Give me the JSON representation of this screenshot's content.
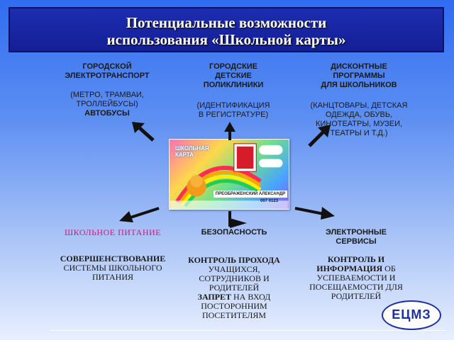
{
  "title": {
    "line1": "Потенциальные возможности",
    "line2": "использования «Школьной карты»"
  },
  "blocks": {
    "transport": {
      "heading": [
        "ГОРОДСКОЙ",
        "ЭЛЕКТРОТРАНСПОРТ"
      ],
      "desc": [
        "(МЕТРО, ТРАМВАИ,",
        "ТРОЛЛЕЙБУСЫ)"
      ],
      "desc_bold": "АВТОБУСЫ"
    },
    "clinics": {
      "heading": [
        "ГОРОДСКИЕ",
        "ДЕТСКИЕ",
        "ПОЛИКЛИНИКИ"
      ],
      "desc": [
        "(ИДЕНТИФИКАЦИЯ",
        "В РЕГИСТРАТУРЕ)"
      ]
    },
    "discount": {
      "heading": [
        "ДИСКОНТНЫЕ",
        "ПРОГРАММЫ",
        "ДЛЯ ШКОЛЬНИКОВ"
      ],
      "desc": [
        "(КАНЦТОВАРЫ, ДЕТСКАЯ",
        "ОДЕЖДА, ОБУВЬ,",
        "КИНОТЕАТРЫ, МУЗЕИ,",
        "ТЕАТРЫ  И Т.Д.)"
      ]
    },
    "food": {
      "heading": "ШКОЛЬНОЕ ПИТАНИЕ",
      "desc_bold": "СОВЕРШЕНСТВОВАНИЕ",
      "desc": [
        "СИСТЕМЫ ШКОЛЬНОГО",
        "ПИТАНИЯ"
      ]
    },
    "security": {
      "heading": "БЕЗОПАСНОСТЬ",
      "desc_bold1": "КОНТРОЛЬ ПРОХОДА",
      "desc1": [
        "УЧАЩИХСЯ,",
        "СОТРУДНИКОВ И",
        "РОДИТЕЛЕЙ"
      ],
      "desc_bold2": "ЗАПРЕТ",
      "desc2_tail": " НА ВХОД",
      "desc3": [
        "ПОСТОРОННИМ",
        "ПОСЕТИТЕЛЯМ"
      ]
    },
    "services": {
      "heading": [
        "ЭЛЕКТРОННЫЕ",
        "СЕРВИСЫ"
      ],
      "desc_bold1": "КОНТРОЛЬ И",
      "desc_bold2": "ИНФОРМАЦИЯ",
      "desc2_tail": " ОБ",
      "desc": [
        "УСПЕВАЕМОСТИ  И",
        "ПОСЕЩАЕМОСТИ ДЛЯ",
        "РОДИТЕЛЕЙ"
      ]
    }
  },
  "card": {
    "label": [
      "ШКОЛЬНАЯ",
      "КАРТА"
    ],
    "holder": "ПРЕОБРАЖЕНСКИЙ АЛЕКСАНДР",
    "number": "007 0123"
  },
  "logo": {
    "main": "ЕЦМЗ"
  },
  "colors": {
    "title_bg": "#1d2db0",
    "arrow": "#111111",
    "food_heading": "#d0197a"
  }
}
